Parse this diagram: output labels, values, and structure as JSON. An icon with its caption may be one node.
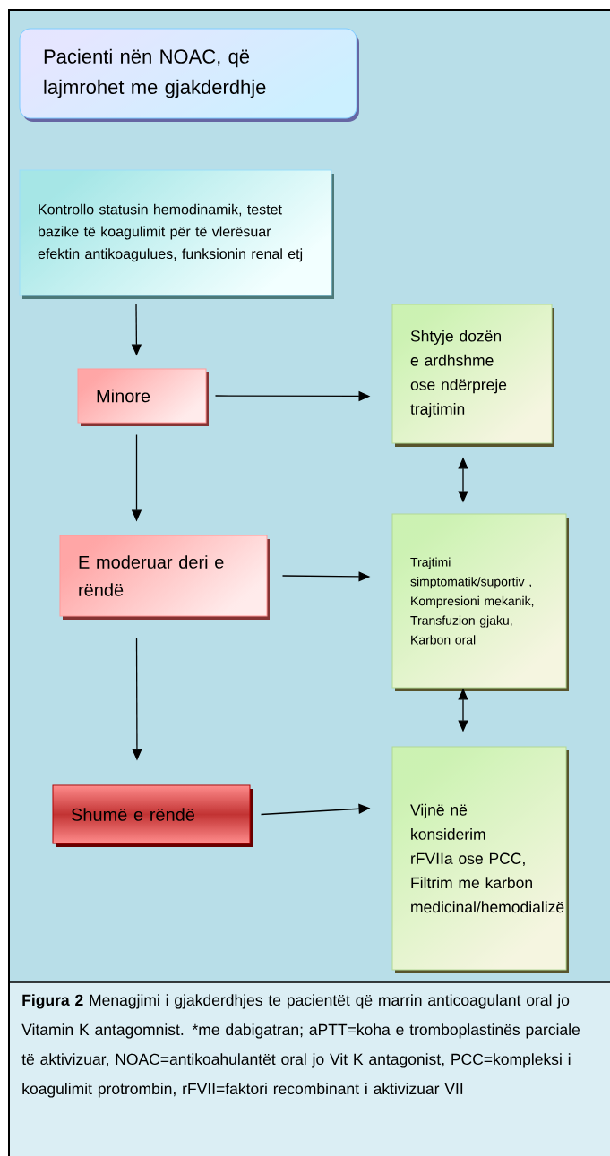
{
  "diagram": {
    "caption": "**Figura 2**  Menagjimi i gjakderdhjes te pacientët që marrin anticoagulant oral jo Vitamin K antagomnist. *me dabigatran; aPTT=koha e tromboplastinës parciale të aktivizuar, NOAC=antikoahulantët oral jo Vit K antagonist, PCC=kompleksi i koagulimit protrombin, rFVII=faktori recombinant i aktivizuar VII",
    "nodes": [
      {
        "text": [
          "Pacienti nën  NOAC, që lajmrohet me gjakderdhje"
        ]
      },
      {
        "text": [
          "Kontrollo statusin hemodinamik, testet bazike të koagulimit për të vlerësuar efektin antikoagulues, funksionin renal etj"
        ]
      },
      {
        "text": [
          "Minore"
        ]
      },
      {
        "text": [
          "E moderuar deri e rëndë"
        ]
      },
      {
        "text": [
          "Shumë e rëndë"
        ]
      },
      {
        "text": [
          "Shtyje dozën e ardhshme ose ndërpreje trajtimin"
        ]
      },
      {
        "text": [
          "Trajtimi simptomatik/suportiv , Kompresioni mekanik, Transfuzion  gjaku, Karbon oral"
        ]
      },
      {
        "text": [
          "Vijnë në konsiderim rFVIIa ose PCC, Filtrim me karbon medicinal/hemodializë"
        ]
      }
    ],
    "edges": [
      {
        "from": 1,
        "to": 2,
        "arrow": "to"
      },
      {
        "from": 2,
        "to": 3,
        "arrow": "to"
      },
      {
        "from": 3,
        "to": 4,
        "arrow": "to"
      },
      {
        "from": 2,
        "to": 5,
        "arrow": "to"
      },
      {
        "from": 3,
        "to": 6,
        "arrow": "to"
      },
      {
        "from": 4,
        "to": 7,
        "arrow": "to"
      },
      {
        "from": 5,
        "to": 6,
        "arrow": "both"
      },
      {
        "from": 6,
        "to": 7,
        "arrow": "both"
      }
    ]
  }
}
